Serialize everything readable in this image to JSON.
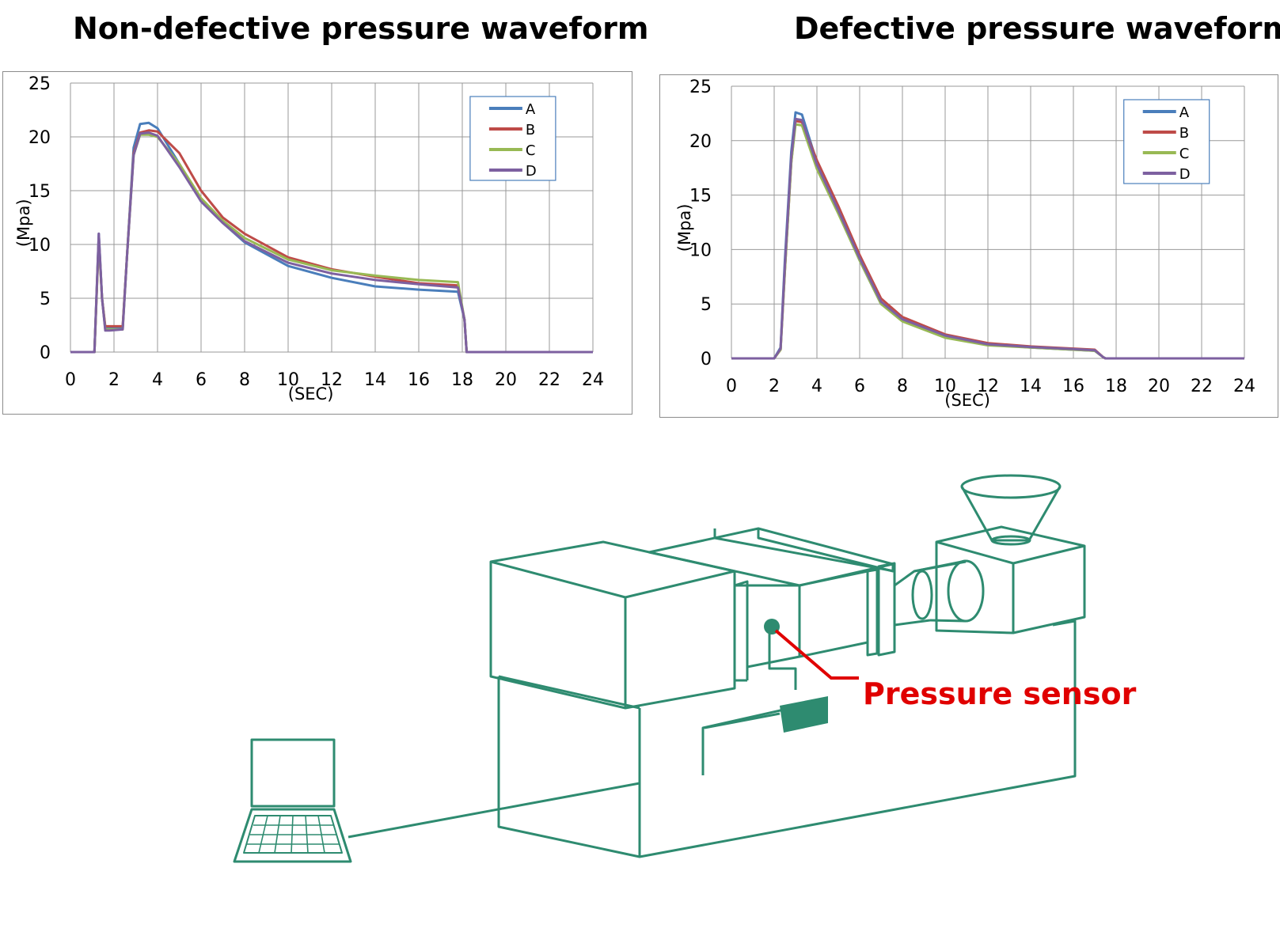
{
  "colors": {
    "A": "#4a7ebb",
    "B": "#be4b48",
    "C": "#98b954",
    "D": "#7d60a0",
    "diagram": "#2e8b70",
    "sensor_label": "#e00000",
    "grid": "#999999"
  },
  "chart_data": [
    {
      "type": "line",
      "title": "Non-defective pressure waveform",
      "xlabel": "(SEC)",
      "ylabel": "(Mpa)",
      "xlim": [
        0,
        24
      ],
      "ylim": [
        0,
        25
      ],
      "xticks": [
        "0",
        "2",
        "4",
        "6",
        "8",
        "10",
        "12",
        "14",
        "16",
        "18",
        "20",
        "22",
        "24"
      ],
      "yticks": [
        "0",
        "5",
        "10",
        "15",
        "20",
        "25"
      ],
      "grid": true,
      "legend_position": "top-right",
      "series": [
        {
          "name": "A",
          "x": [
            0,
            1.1,
            1.3,
            1.45,
            1.6,
            1.8,
            2.4,
            2.6,
            2.9,
            3.2,
            3.6,
            4,
            5,
            6,
            7,
            8,
            10,
            12,
            14,
            16,
            17.8,
            18.1,
            18.2,
            24
          ],
          "y": [
            0,
            0,
            11,
            5,
            2.2,
            2.2,
            2.3,
            9,
            19,
            21.2,
            21.3,
            20.8,
            17.5,
            14,
            12,
            10.2,
            8,
            6.9,
            6.1,
            5.8,
            5.6,
            3,
            0,
            0
          ]
        },
        {
          "name": "B",
          "x": [
            0,
            1.1,
            1.3,
            1.45,
            1.6,
            1.8,
            2.4,
            2.6,
            2.9,
            3.2,
            3.6,
            4,
            5,
            6,
            7,
            8,
            10,
            12,
            14,
            16,
            17.8,
            18.1,
            18.2,
            24
          ],
          "y": [
            0,
            0,
            10.5,
            5,
            2.4,
            2.4,
            2.4,
            9,
            18.5,
            20.4,
            20.6,
            20.5,
            18.5,
            15,
            12.5,
            11,
            8.8,
            7.7,
            7,
            6.4,
            6.2,
            3,
            0,
            0
          ]
        },
        {
          "name": "C",
          "x": [
            0,
            1.1,
            1.3,
            1.45,
            1.6,
            1.8,
            2.4,
            2.6,
            2.9,
            3.2,
            3.6,
            4,
            5,
            6,
            7,
            8,
            10,
            12,
            14,
            16,
            17.8,
            18.1,
            18.2,
            24
          ],
          "y": [
            0,
            0,
            10.6,
            5,
            2.1,
            2.1,
            2.1,
            9,
            18.3,
            20.2,
            20.2,
            20,
            17.5,
            14.3,
            12.2,
            10.6,
            8.6,
            7.6,
            7.1,
            6.7,
            6.5,
            3,
            0,
            0
          ]
        },
        {
          "name": "D",
          "x": [
            0,
            1.1,
            1.3,
            1.45,
            1.6,
            1.8,
            2.4,
            2.6,
            2.9,
            3.2,
            3.6,
            4,
            5,
            6,
            7,
            8,
            10,
            12,
            14,
            16,
            17.8,
            18.1,
            18.2,
            24
          ],
          "y": [
            0,
            0,
            11,
            5,
            2,
            2,
            2.1,
            9,
            18.3,
            20.3,
            20.4,
            20.1,
            17.2,
            14,
            12,
            10.3,
            8.3,
            7.3,
            6.7,
            6.3,
            6,
            3,
            0,
            0
          ]
        }
      ]
    },
    {
      "type": "line",
      "title": "Defective pressure waveform",
      "xlabel": "(SEC)",
      "ylabel": "(Mpa)",
      "xlim": [
        0,
        24
      ],
      "ylim": [
        0,
        25
      ],
      "xticks": [
        "0",
        "2",
        "4",
        "6",
        "8",
        "10",
        "12",
        "14",
        "16",
        "18",
        "20",
        "22",
        "24"
      ],
      "yticks": [
        "0",
        "5",
        "10",
        "15",
        "20",
        "25"
      ],
      "grid": true,
      "legend_position": "top-right",
      "series": [
        {
          "name": "A",
          "x": [
            0,
            2,
            2.3,
            2.5,
            2.8,
            3,
            3.3,
            4,
            5,
            6,
            7,
            8,
            10,
            12,
            14,
            16,
            17,
            17.4,
            17.5,
            24
          ],
          "y": [
            0,
            0,
            1,
            9,
            19,
            22.6,
            22.4,
            18,
            13.5,
            9,
            5,
            3.6,
            2,
            1.3,
            1,
            0.8,
            0.7,
            0.1,
            0,
            0
          ]
        },
        {
          "name": "B",
          "x": [
            0,
            2,
            2.3,
            2.5,
            2.8,
            3,
            3.3,
            4,
            5,
            6,
            7,
            8,
            10,
            12,
            14,
            16,
            17,
            17.4,
            17.5,
            24
          ],
          "y": [
            0,
            0,
            0.8,
            8,
            18,
            21.8,
            21.7,
            18.2,
            14,
            9.5,
            5.5,
            3.8,
            2.2,
            1.4,
            1.1,
            0.9,
            0.8,
            0.1,
            0,
            0
          ]
        },
        {
          "name": "C",
          "x": [
            0,
            2,
            2.3,
            2.5,
            2.8,
            3,
            3.3,
            4,
            5,
            6,
            7,
            8,
            10,
            12,
            14,
            16,
            17,
            17.4,
            17.5,
            24
          ],
          "y": [
            0,
            0,
            0.8,
            8,
            18,
            21.5,
            21.4,
            17.4,
            13.3,
            9,
            5,
            3.4,
            1.9,
            1.2,
            1,
            0.8,
            0.7,
            0.1,
            0,
            0
          ]
        },
        {
          "name": "D",
          "x": [
            0,
            2,
            2.3,
            2.5,
            2.8,
            3,
            3.3,
            4,
            5,
            6,
            7,
            8,
            10,
            12,
            14,
            16,
            17,
            17.4,
            17.5,
            24
          ],
          "y": [
            0,
            0,
            0.9,
            8.5,
            18.5,
            22,
            21.9,
            17.8,
            13.6,
            9.2,
            5.2,
            3.6,
            2.1,
            1.3,
            1.05,
            0.85,
            0.75,
            0.1,
            0,
            0
          ]
        }
      ]
    }
  ],
  "diagram": {
    "sensor_label": "Pressure sensor"
  }
}
